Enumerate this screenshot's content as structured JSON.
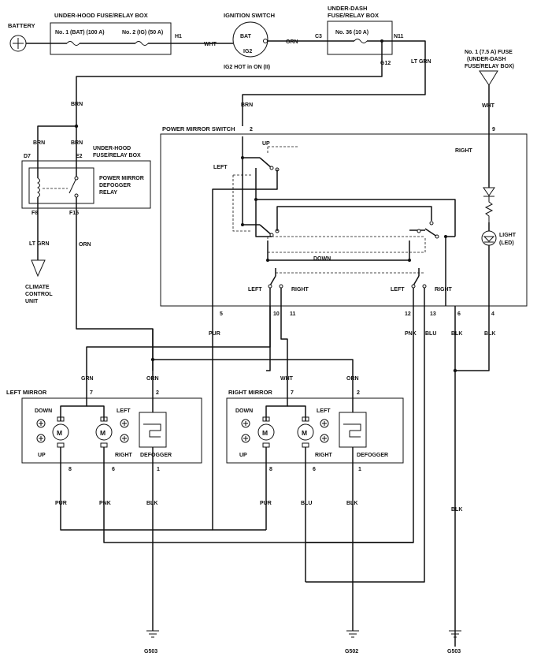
{
  "labels": {
    "battery": "BATTERY",
    "underhood_box_title": "UNDER-HOOD FUSE/RELAY BOX",
    "fuse1": "No. 1 (BAT) (100 A)",
    "fuse2": "No. 2 (IG) (50 A)",
    "pin_h1": "H1",
    "wht": "WHT",
    "ignition_switch": "IGNITION SWITCH",
    "bat": "BAT",
    "ig2": "IG2",
    "ig2_hot": "IG2 HOT in ON (II)",
    "orn": "ORN",
    "pin_c3": "C3",
    "underdash_box_title_1": "UNDER-DASH",
    "underdash_box_title_2": "FUSE/RELAY BOX",
    "fuse36": "No. 36 (10 A)",
    "pin_n11": "N11",
    "pin_g12": "G12",
    "lt_grn": "LT GRN",
    "fuse_no1_1": "No. 1 (7.5 A) FUSE",
    "fuse_no1_2": "(UNDER-DASH",
    "fuse_no1_3": "FUSE/RELAY BOX)",
    "brn": "BRN",
    "pin_d7": "D7",
    "pin_e2": "E2",
    "uh_relay_box_1": "UNDER-HOOD",
    "uh_relay_box_2": "FUSE/RELAY BOX",
    "defogger_relay_1": "POWER MIRROR",
    "defogger_relay_2": "DEFOGGER",
    "defogger_relay_3": "RELAY",
    "pin_f8": "F8",
    "pin_f15": "F15",
    "climate_1": "CLIMATE",
    "climate_2": "CONTROL",
    "climate_3": "UNIT",
    "power_mirror_switch": "POWER MIRROR SWITCH",
    "pin_2": "2",
    "pin_9": "9",
    "up": "UP",
    "left": "LEFT",
    "right": "RIGHT",
    "down": "DOWN",
    "light_1": "LIGHT",
    "light_2": "(LED)",
    "pin_5": "5",
    "pin_10": "10",
    "pin_11": "11",
    "pin_12": "12",
    "pin_13": "13",
    "pin_6": "6",
    "pin_4": "4",
    "pur": "PUR",
    "pnk": "PNK",
    "blu": "BLU",
    "blk": "BLK",
    "grn": "GRN",
    "left_mirror": "LEFT MIRROR",
    "right_mirror": "RIGHT MIRROR",
    "pin_7": "7",
    "pin_8": "8",
    "pin_1": "1",
    "motor": "M",
    "defogger": "DEFOGGER",
    "g503": "G503",
    "g502": "G502"
  }
}
